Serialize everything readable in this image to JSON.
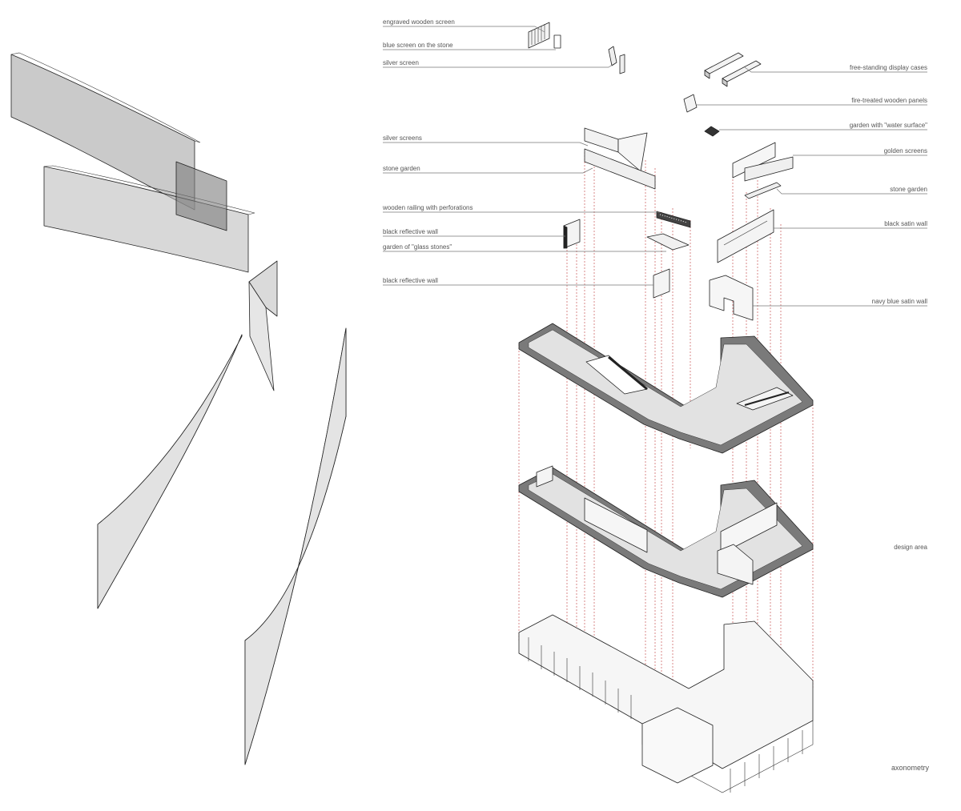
{
  "labels": {
    "engraved_wooden_screen": "engraved wooden screen",
    "blue_screen_on_the_stone": "blue screen on the stone",
    "silver_screen": "silver screen",
    "silver_screens": "silver screens",
    "stone_garden_left": "stone garden",
    "wooden_railing": "wooden railing with perforations",
    "black_reflective_wall_1": "black reflective wall",
    "garden_glass_stones": "garden of \"glass stones\"",
    "black_reflective_wall_2": "black reflective wall",
    "free_standing_display_cases": "free-standing display cases",
    "fire_treated_wooden_panels": "fire-treated wooden panels",
    "garden_water_surface": "garden with \"water surface\"",
    "golden_screens": "golden screens",
    "stone_garden_right": "stone garden",
    "black_satin_wall": "black satin wall",
    "navy_blue_satin_wall": "navy blue satin wall",
    "design_area": "design area",
    "axonometry": "axonometry"
  },
  "colors": {
    "accent_dashed_lines": "#c23b3b",
    "floor_slab": "#7a7a7a",
    "panel_fill": "#d9d9d9",
    "label_text": "#555555"
  }
}
